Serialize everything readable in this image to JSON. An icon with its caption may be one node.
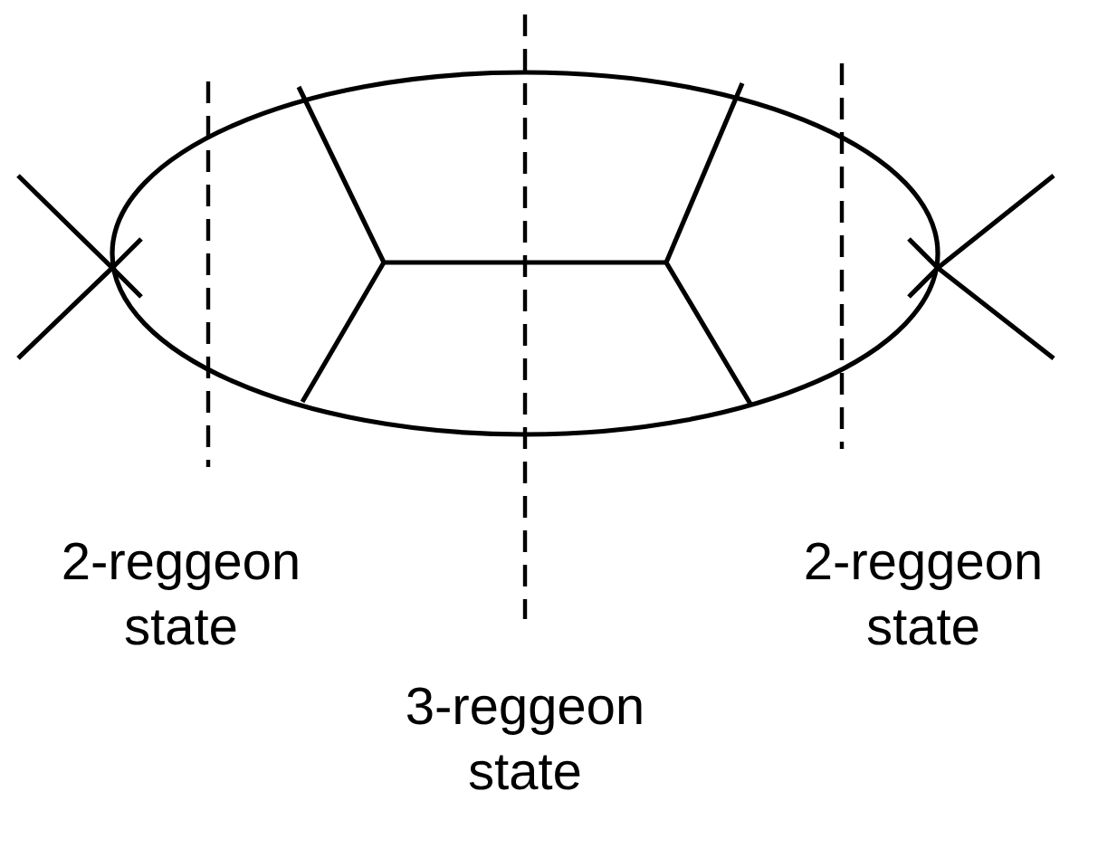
{
  "diagram": {
    "labels": [
      "2-reggeon state",
      "2-reggeon state",
      "3-reggeon state"
    ]
  }
}
